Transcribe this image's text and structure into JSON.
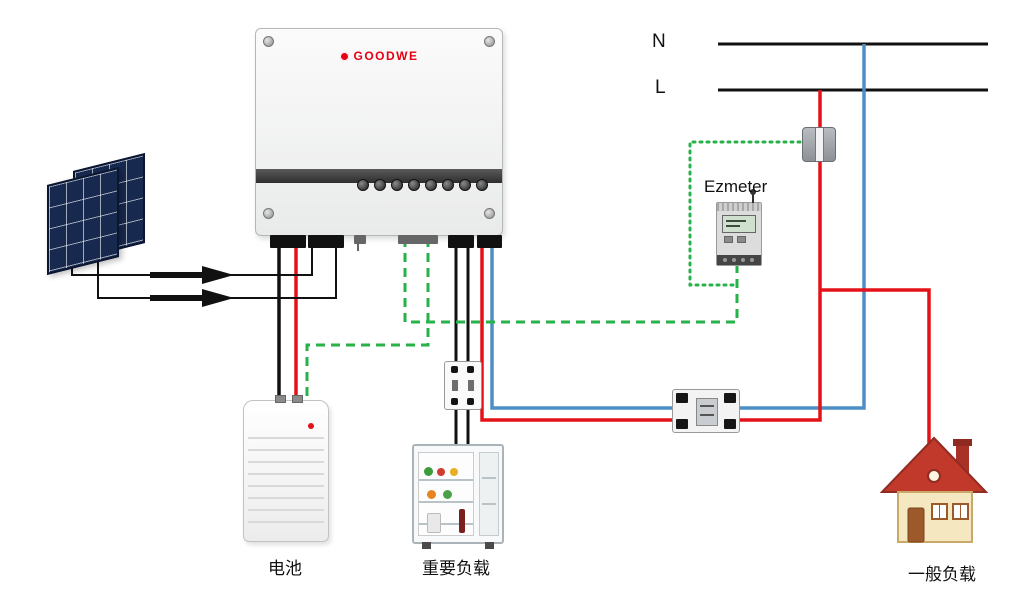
{
  "colors": {
    "wire_red": "#e31219",
    "wire_blue": "#4d8fc4",
    "wire_black": "#111111",
    "comm_green": "#27b24a",
    "brand_red": "#e60012",
    "panel_navy": "#17294f",
    "roof_red": "#c0392b",
    "wall_cream": "#f5e7c0"
  },
  "labels": {
    "neutral_bus": "N",
    "live_bus": "L",
    "meter": "Ezmeter",
    "battery": "电池",
    "critical_load": "重要负载",
    "general_load": "一般负载"
  },
  "inverter": {
    "brand": "GOODWE"
  },
  "icons": {
    "goodwe_logo_icon": "red-flower-dot",
    "solar_panel_icon": "two-tilted-navy-grids",
    "battery_icon": "white-ridged-box",
    "fridge_icon": "open-refrigerator",
    "house_icon": "red-roof-house",
    "ct_clamp_icon": "gray-clamp-white-stripe",
    "meter_icon": "din-rail-energy-meter",
    "breaker_icon": "two-pole-breaker",
    "arrow_icon": "solid-right-arrow"
  }
}
